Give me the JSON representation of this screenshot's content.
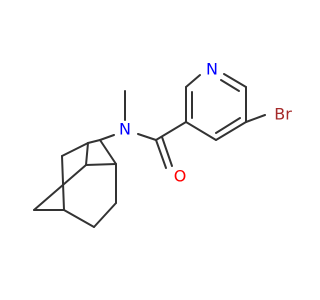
{
  "colors": {
    "bond": "#333333",
    "nitrogen": "#0000ff",
    "oxygen": "#ff0000",
    "bromine": "#a52a2a",
    "background": "#ffffff"
  },
  "atoms": {
    "ring_nitrogen": {
      "label": "N",
      "element": "nitrogen"
    },
    "amide_nitrogen": {
      "label": "N",
      "element": "nitrogen"
    },
    "carbonyl_oxygen": {
      "label": "O",
      "element": "oxygen"
    },
    "bromine": {
      "label": "Br",
      "element": "bromine"
    }
  }
}
